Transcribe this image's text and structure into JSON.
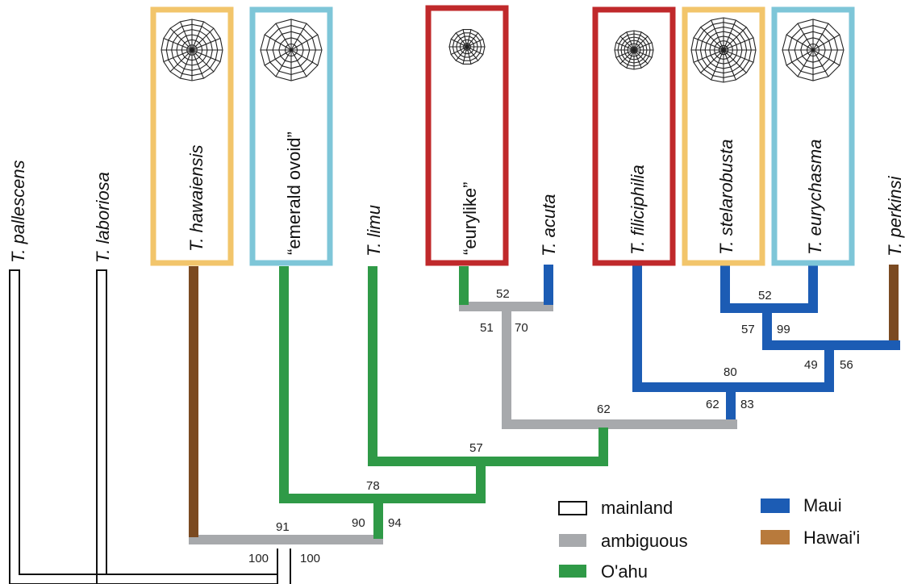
{
  "colors": {
    "mainland": "#ffffff",
    "ambiguous": "#a7a9ac",
    "oahu": "#2f9a47",
    "maui": "#1c5cb4",
    "hawaii": "#7b4a21",
    "box_yellow": "#f2c56b",
    "box_cyan": "#7ec6d8",
    "box_red": "#c0292b"
  },
  "taxa": [
    {
      "id": "pallescens",
      "label": "T. pallescens"
    },
    {
      "id": "laboriosa",
      "label": "T. laboriosa"
    },
    {
      "id": "hawaiensis",
      "label": "T. hawaiensis"
    },
    {
      "id": "emerald",
      "label": "“emerald ovoid”"
    },
    {
      "id": "limu",
      "label": "T. limu"
    },
    {
      "id": "eurylike",
      "label": "“eurylike”"
    },
    {
      "id": "acuta",
      "label": "T. acuta"
    },
    {
      "id": "filiciphilia",
      "label": "T. filiciphilia"
    },
    {
      "id": "stelarobusta",
      "label": "T. stelarobusta"
    },
    {
      "id": "eurychasma",
      "label": "T. eurychasma"
    },
    {
      "id": "perkinsi",
      "label": "T. perkinsi"
    }
  ],
  "support_values": {
    "s52a": "52",
    "s51": "51",
    "s70": "70",
    "s52b": "52",
    "s57a": "57",
    "s99": "99",
    "s80": "80",
    "s49": "49",
    "s56": "56",
    "s62a": "62",
    "s62b": "62",
    "s83": "83",
    "s57b": "57",
    "s78": "78",
    "s91": "91",
    "s90": "90",
    "s94": "94",
    "s100a": "100",
    "s100b": "100"
  },
  "legend": {
    "mainland": "mainland",
    "ambiguous": "ambiguous",
    "oahu": "O'ahu",
    "maui": "Maui",
    "hawaii": "Hawai'i"
  }
}
